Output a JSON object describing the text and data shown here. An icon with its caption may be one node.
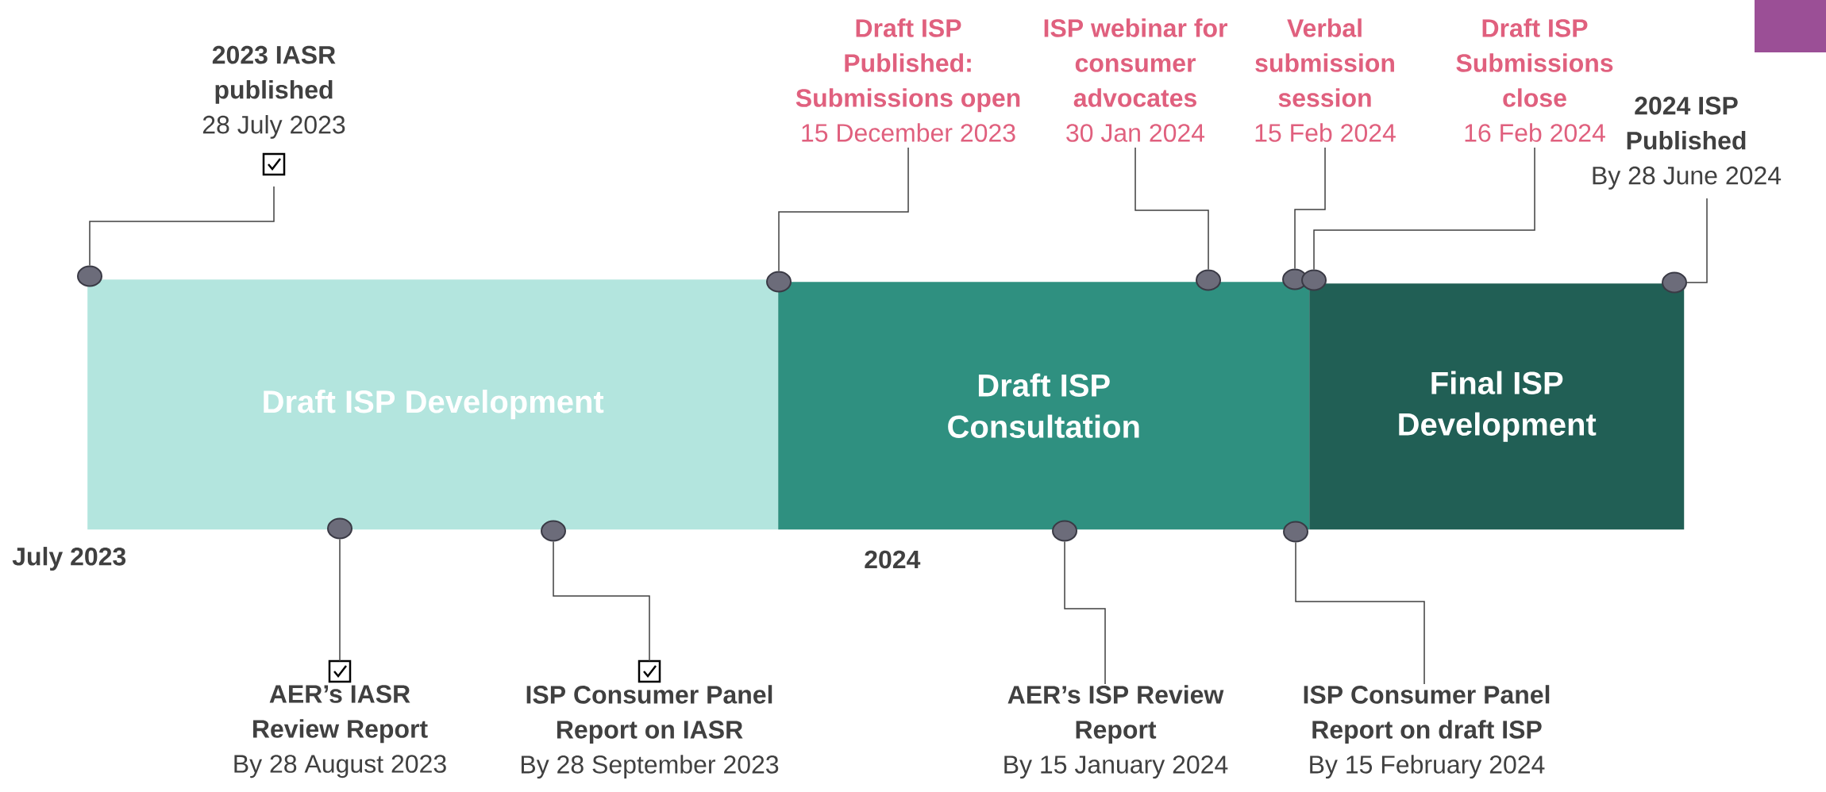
{
  "diagram": {
    "nodes": [
      {
        "text": [
          "2023 IASR published",
          "28 July 2023"
        ]
      },
      {
        "text": [
          "Draft ISP Published: Submissions open",
          "15 December 2023"
        ]
      },
      {
        "text": [
          "ISP webinar for consumer advocates",
          "30 Jan 2024"
        ]
      },
      {
        "text": [
          "Verbal submission session",
          "15 Feb 2024"
        ]
      },
      {
        "text": [
          "Draft ISP Submissions close",
          "16 Feb 2024"
        ]
      },
      {
        "text": [
          "2024 ISP Published",
          "By 28 June 2024"
        ]
      },
      {
        "text": [],
        "shape": "circle"
      },
      {
        "text": [],
        "shape": "circle"
      },
      {
        "text": [],
        "shape": "circle"
      },
      {
        "text": [],
        "shape": "circle"
      },
      {
        "text": [],
        "shape": "circle"
      },
      {
        "text": [],
        "shape": "circle"
      },
      {
        "text": [
          "Draft ISP Development"
        ]
      },
      {
        "text": [
          "Draft ISP Consultation"
        ]
      },
      {
        "text": [
          "Final ISP Development"
        ]
      },
      {
        "text": [],
        "shape": "circle"
      },
      {
        "text": [],
        "shape": "circle"
      },
      {
        "text": [],
        "shape": "circle"
      },
      {
        "text": [],
        "shape": "circle"
      },
      {
        "text": [
          "AER’s IASR Review Report",
          "By 28 August 2023"
        ]
      },
      {
        "text": [
          "ISP Consumer Panel Report on IASR",
          "By 28 September 2023"
        ]
      },
      {
        "text": [
          "AER’s ISP Review Report",
          "By 15 January 2024"
        ]
      },
      {
        "text": [
          "ISP Consumer Panel Report on draft ISP",
          "By 15 February 2024"
        ]
      }
    ],
    "edges": [
      {
        "from": 0,
        "to": 6,
        "arrow": "none"
      },
      {
        "from": 1,
        "to": 7,
        "arrow": "none"
      },
      {
        "from": 2,
        "to": 8,
        "arrow": "none"
      },
      {
        "from": 3,
        "to": 9,
        "arrow": "none"
      },
      {
        "from": 4,
        "to": 10,
        "arrow": "none"
      },
      {
        "from": 5,
        "to": 11,
        "arrow": "none"
      },
      {
        "from": 19,
        "to": 15,
        "arrow": "none"
      },
      {
        "from": 20,
        "to": 16,
        "arrow": "none"
      },
      {
        "from": 21,
        "to": 17,
        "arrow": "none"
      },
      {
        "from": 22,
        "to": 18,
        "arrow": "none"
      }
    ],
    "labels": [
      "July 2023",
      "2024"
    ]
  }
}
